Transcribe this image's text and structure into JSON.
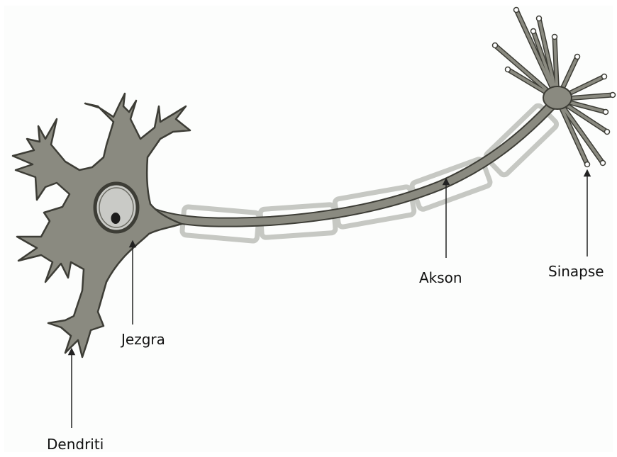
{
  "diagram": {
    "labels": {
      "dendrites": "Dendriti",
      "nucleus": "Jezgra",
      "axon": "Akson",
      "synapse": "Sinapse"
    }
  },
  "colors": {
    "background": "#ffffff",
    "cell_body": "#8a8a80",
    "outline": "#3d3d36",
    "nucleus_fill": "#c9cac6",
    "nucleolus": "#1c1c1c",
    "myelin": "#c6c8c3",
    "arrow": "#222222"
  }
}
